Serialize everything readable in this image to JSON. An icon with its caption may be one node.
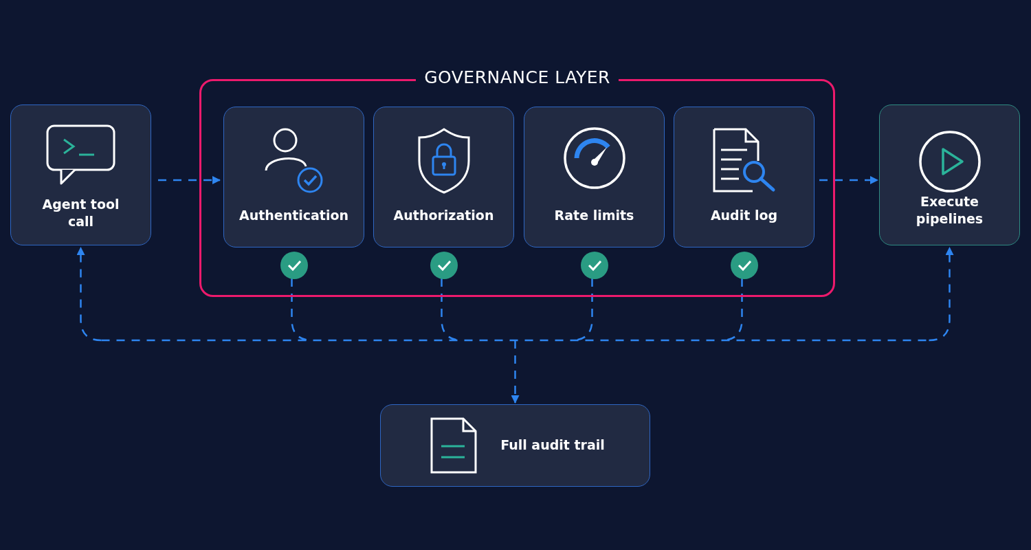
{
  "diagram": {
    "nodes": [
      {
        "text": [
          "GOVERNANCE LAYER"
        ]
      },
      {
        "text": [
          "Agent tool call"
        ]
      },
      {
        "text": [
          "Authentication"
        ],
        "in": 0
      },
      {
        "text": [
          "Authorization"
        ],
        "in": 0
      },
      {
        "text": [
          "Rate limits"
        ],
        "in": 0
      },
      {
        "text": [
          "Audit log"
        ],
        "in": 0
      },
      {
        "text": [
          "Execute pipelines"
        ]
      },
      {
        "text": [
          "Full audit trail"
        ]
      }
    ],
    "edges": [
      {
        "from": 1,
        "to": 2,
        "arrow": "to",
        "style": "dashed"
      },
      {
        "from": 5,
        "to": 6,
        "arrow": "to",
        "style": "dashed"
      },
      {
        "from": 2,
        "to": 7,
        "arrow": "to",
        "style": "dashed"
      },
      {
        "from": 3,
        "to": 7,
        "arrow": "to",
        "style": "dashed"
      },
      {
        "from": 4,
        "to": 7,
        "arrow": "to",
        "style": "dashed"
      },
      {
        "from": 5,
        "to": 7,
        "arrow": "to",
        "style": "dashed"
      },
      {
        "from": 2,
        "to": 1,
        "arrow": "to",
        "style": "dashed"
      },
      {
        "from": 3,
        "to": 1,
        "arrow": "to",
        "style": "dashed"
      },
      {
        "from": 4,
        "to": 1,
        "arrow": "to",
        "style": "dashed"
      },
      {
        "from": 5,
        "to": 1,
        "arrow": "to",
        "style": "dashed"
      },
      {
        "from": 2,
        "to": 6,
        "arrow": "to",
        "style": "dashed"
      },
      {
        "from": 3,
        "to": 6,
        "arrow": "to",
        "style": "dashed"
      },
      {
        "from": 4,
        "to": 6,
        "arrow": "to",
        "style": "dashed"
      }
    ]
  }
}
